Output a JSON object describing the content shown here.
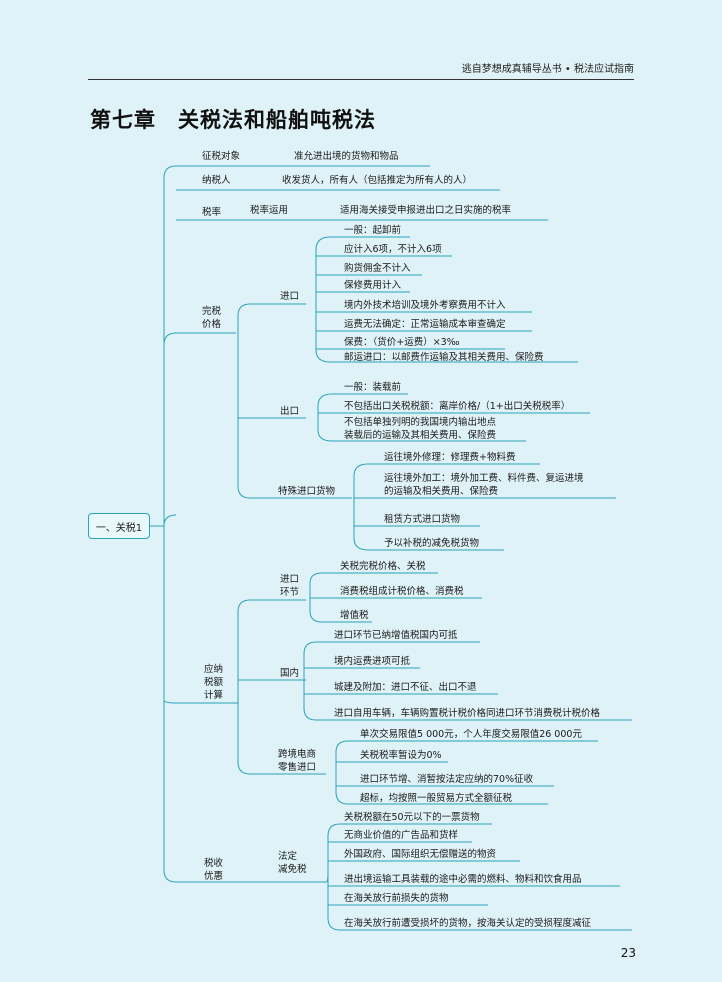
{
  "header": {
    "series": "逃自梦想成真辅导丛书 • 税法应试指南"
  },
  "chapter": {
    "title": "第七章　关税法和船舶吨税法"
  },
  "page_number": "23",
  "root": {
    "label": "一、关税1"
  },
  "branches": {
    "object": {
      "label": "征税对象",
      "leaf": "准允进出境的货物和物品"
    },
    "taxpayer": {
      "label": "纳税人",
      "leaf": "收发货人，所有人（包括推定为所有人的人）"
    },
    "rate": {
      "label": "税率",
      "sub": "税率运用",
      "leaf": "适用海关接受申报进出口之日实施的税率"
    },
    "dutiable": {
      "label": "完税价格",
      "import": {
        "label": "进口",
        "items": [
          "一般：起卸前",
          "应计入6项，不计入6项",
          "购货佣金不计入",
          "保修费用计入",
          "境内外技术培训及境外考察费用不计入",
          "运费无法确定：正常运输成本审查确定",
          "保费：（货价+运费）×3‰",
          "邮运进口：以邮费作运输及其相关费用、保险费"
        ]
      },
      "export": {
        "label": "出口",
        "items": [
          "一般：装载前",
          "不包括出口关税税额：离岸价格/（1+出口关税税率）",
          "不包括单独列明的我国境内输出地点",
          "装载后的运输及其相关费用、保险费"
        ]
      },
      "special": {
        "label": "特殊进口货物",
        "items": [
          "运往境外修理：修理费+物料费",
          "运往境外加工：境外加工费、料件费、复运进境",
          "的运输及相关费用、保险费",
          "租赁方式进口货物",
          "予以补税的减免税货物"
        ]
      }
    },
    "payable": {
      "label_lines": [
        "应纳",
        "税额",
        "计算"
      ],
      "import_link": {
        "label_lines": [
          "进口",
          "环节"
        ],
        "items": [
          "关税完税价格、关税",
          "消费税组成计税价格、消费税",
          "增值税"
        ]
      },
      "domestic": {
        "label": "国内",
        "items": [
          "进口环节已纳增值税国内可抵",
          "境内运费进项可抵",
          "城建及附加：进口不征、出口不退",
          "进口自用车辆，车辆购置税计税价格同进口环节消费税计税价格"
        ]
      },
      "cross_border": {
        "label_lines": [
          "跨境电商",
          "零售进口"
        ],
        "items": [
          "单次交易限值5 000元，个人年度交易限值26 000元",
          "关税税率暂设为0%",
          "进口环节增、消暂按法定应纳的70%征收",
          "超标，均按照一般贸易方式全额征税"
        ]
      }
    },
    "preference": {
      "label_lines": [
        "税收",
        "优惠"
      ],
      "statutory": {
        "label_lines": [
          "法定",
          "减免税"
        ],
        "items": [
          "关税税额在50元以下的一票货物",
          "无商业价值的广告品和货样",
          "外国政府、国际组织无偿赠送的物资",
          "进出境运输工具装载的途中必需的燃料、物料和饮食用品",
          "在海关放行前损失的货物",
          "在海关放行前遭受损坏的货物，按海关认定的受损程度减征"
        ]
      }
    }
  }
}
